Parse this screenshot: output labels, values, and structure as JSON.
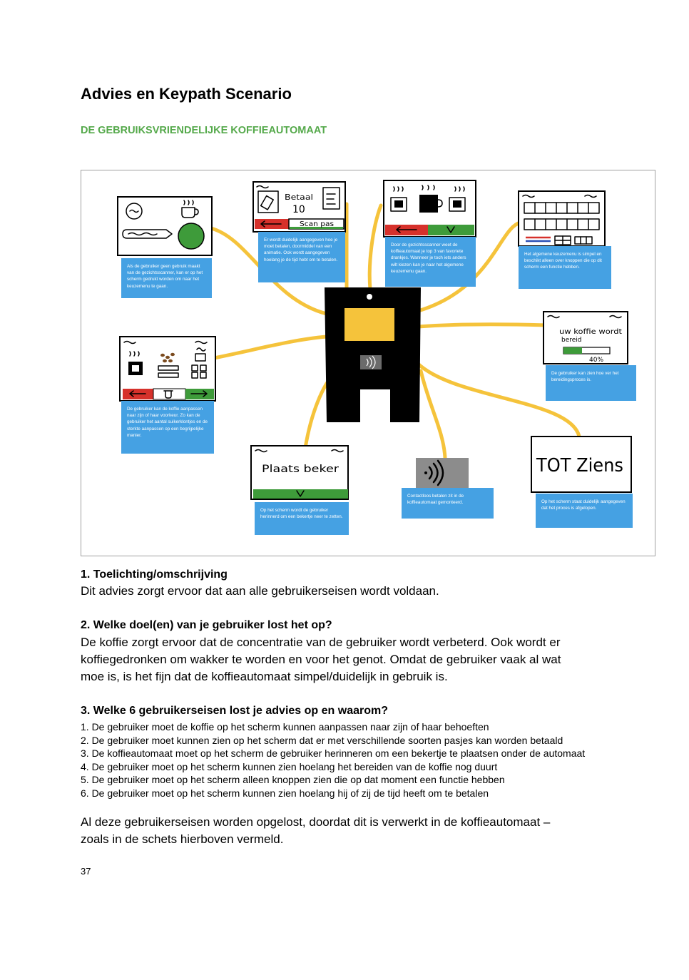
{
  "title": "Advies en Keypath Scenario",
  "subtitle": "DE GEBRUIKSVRIENDELIJKE KOFFIEAUTOMAAT",
  "colors": {
    "accent": "#55a94b"
  },
  "figure": {
    "colors": {
      "connector": "#f5c33b",
      "note": "#45a1e3",
      "accept": "#3e9b3a",
      "back": "#d6312b",
      "screen": "#f5c33b",
      "nfc_box": "#8c8c8c"
    },
    "sketches": {
      "payment_title": "Betaal",
      "payment_amount": "10",
      "payment_button": "Scan pas",
      "progress_line1": "uw koffie wordt",
      "progress_line2": "bereid",
      "progress_percent": "40%",
      "cup_prompt": "Plaats beker",
      "goodbye": "TOT Ziens"
    },
    "notes": [
      "Als de gebruiker geen gebruik maakt van de gezichtsscanner, kan er op het scherm gedrukt worden om naar het keuzemenu te gaan.",
      "Er wordt duidelijk aangegeven hoe je moet betalen, doormiddel van een animatie. Ook wordt aangegeven hoelang je de tijd hebt om te betalen.",
      "Door de gezichtsscanner weet de koffieautomaat je top 3 van favoriete drankjes. Wanneer je toch iets anders wilt kiezen kan je naar het algemene keuzemenu gaan.",
      "Het algemene keuzemenu is simpel en beschikt alleen over knoppen die op dit scherm een functie hebben.",
      "De gebruiker kan zien hoe ver het bereidingsproces is.",
      "De gebruiker kan de koffie aanpassen naar zijn of haar voorkeur. Zo kan de gebruiker het aantal suikerklontjes en de sterkte aanpassen op een begrijpelijke manier.",
      "Op het scherm wordt de gebruiker herinnerd om een bekertje neer te zetten.",
      "Contactloos betalen zit in de koffieautomaat gemonteerd.",
      "Op het scherm staat duidelijk aangegeven dat het proces is afgelopen."
    ]
  },
  "sections": [
    {
      "heading": "1. Toelichting/omschrijving",
      "lines": [
        "Dit advies zorgt ervoor dat aan alle gebruikerseisen wordt voldaan."
      ]
    },
    {
      "heading": "2. Welke doel(en) van je gebruiker lost het op?",
      "lines": [
        "De koffie zorgt ervoor dat de concentratie van de gebruiker wordt verbeterd. Ook wordt er",
        "koffiegedronken om wakker te worden en voor het genot. Omdat de gebruiker vaak al wat",
        "moe is, is het fijn dat de koffieautomaat simpel/duidelijk in gebruik is."
      ]
    },
    {
      "heading": "3. Welke 6 gebruikerseisen lost je advies op en waarom?",
      "items": [
        "1. De gebruiker moet de koffie op het scherm kunnen aanpassen naar zijn of haar behoeften",
        "2. De gebruiker moet kunnen zien op het scherm dat er met verschillende soorten pasjes kan worden betaald",
        "3. De koffieautomaat moet op het scherm de gebruiker herinneren om een bekertje te plaatsen onder de automaat",
        "4. De gebruiker moet op het scherm kunnen zien hoelang het bereiden van de koffie nog duurt",
        "5. De gebruiker moet op het scherm alleen knoppen zien die op dat moment een functie hebben",
        "6. De gebruiker moet op het scherm kunnen zien hoelang hij of zij de tijd heeft om te betalen"
      ]
    }
  ],
  "conclusion": [
    "Al deze gebruikerseisen worden opgelost, doordat dit is verwerkt in de koffieautomaat –",
    "zoals in de schets hierboven vermeld."
  ],
  "page_number": "37"
}
